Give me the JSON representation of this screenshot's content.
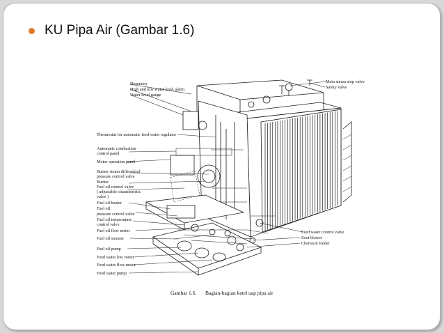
{
  "slide": {
    "title": "KU Pipa Air (Gambar 1.6)",
    "bullet_color": "#e07a2a"
  },
  "figure": {
    "caption_number": "Gambar 1.6.",
    "caption_text": "Bagian-bagian ketel uap pipa air",
    "labels_left": [
      "Deaerator",
      "High and low water level alarm",
      "Water level gauge",
      "Thermostat for automatic feed water regulator",
      "Automatic combustion",
      "control panel",
      "Motor operation panel",
      "Burner steam differential",
      "pressure control valve",
      "Burner",
      "Fuel oil control valve",
      "( adjustable characteristic",
      "valve )",
      "Fuel oil heater",
      "Fuel oil",
      "pressure control valve",
      "Fuel oil temperature",
      "control valve",
      "Fuel oil flow meter",
      "Fuel oil strainer",
      "Fuel oil pump",
      "Feed water low meter",
      "Feed water flow meter",
      "Feed water pump"
    ],
    "labels_right": [
      "Main steam stop valve",
      "Safety valve",
      "Feed water control valve",
      "Soot blower",
      "Chemical feeder"
    ]
  }
}
